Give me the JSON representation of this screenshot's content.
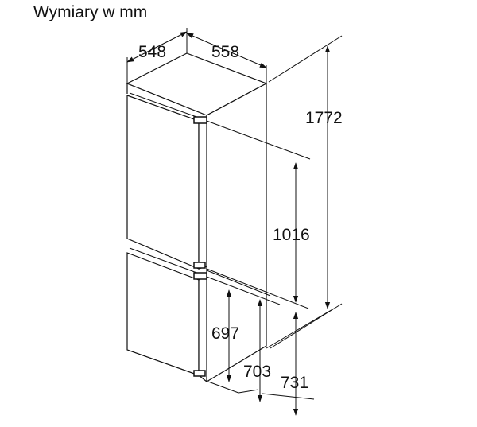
{
  "title": "Wymiary w mm",
  "dimensions": {
    "depth": "548",
    "width": "558",
    "height_total": "1772",
    "upper_door": "1016",
    "lower_a": "697",
    "lower_b": "703",
    "lower_c": "731"
  }
}
